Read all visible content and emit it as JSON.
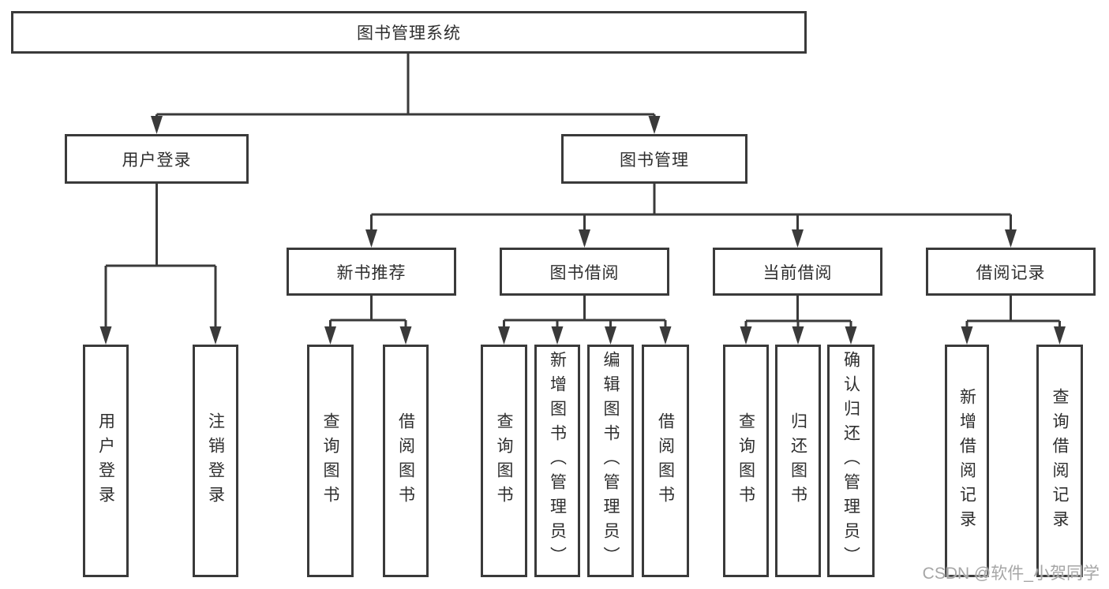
{
  "nodes": {
    "root": "图书管理系统",
    "user_login": "用户登录",
    "book_mgmt": "图书管理",
    "new_book_rec": "新书推荐",
    "book_borrow": "图书借阅",
    "current_borrow": "当前借阅",
    "borrow_records": "借阅记录",
    "leaf_user_login": "用户登录",
    "leaf_logout": "注销登录",
    "leaf_nbr_query": "查询图书",
    "leaf_nbr_borrow": "借阅图书",
    "leaf_bb_query": "查询图书",
    "leaf_bb_add": "新增图书（管理员）",
    "leaf_bb_edit": "编辑图书（管理员）",
    "leaf_bb_borrow": "借阅图书",
    "leaf_cb_query": "查询图书",
    "leaf_cb_return": "归还图书",
    "leaf_cb_confirm": "确认归还（管理员）",
    "leaf_br_add": "新增借阅记录",
    "leaf_br_query": "查询借阅记录"
  },
  "watermark": "CSDN @软件_小贺同学",
  "colors": {
    "line": "#3a3a3a",
    "text": "#2e2e2e",
    "watermark": "#a6a6a6",
    "background": "#ffffff"
  }
}
